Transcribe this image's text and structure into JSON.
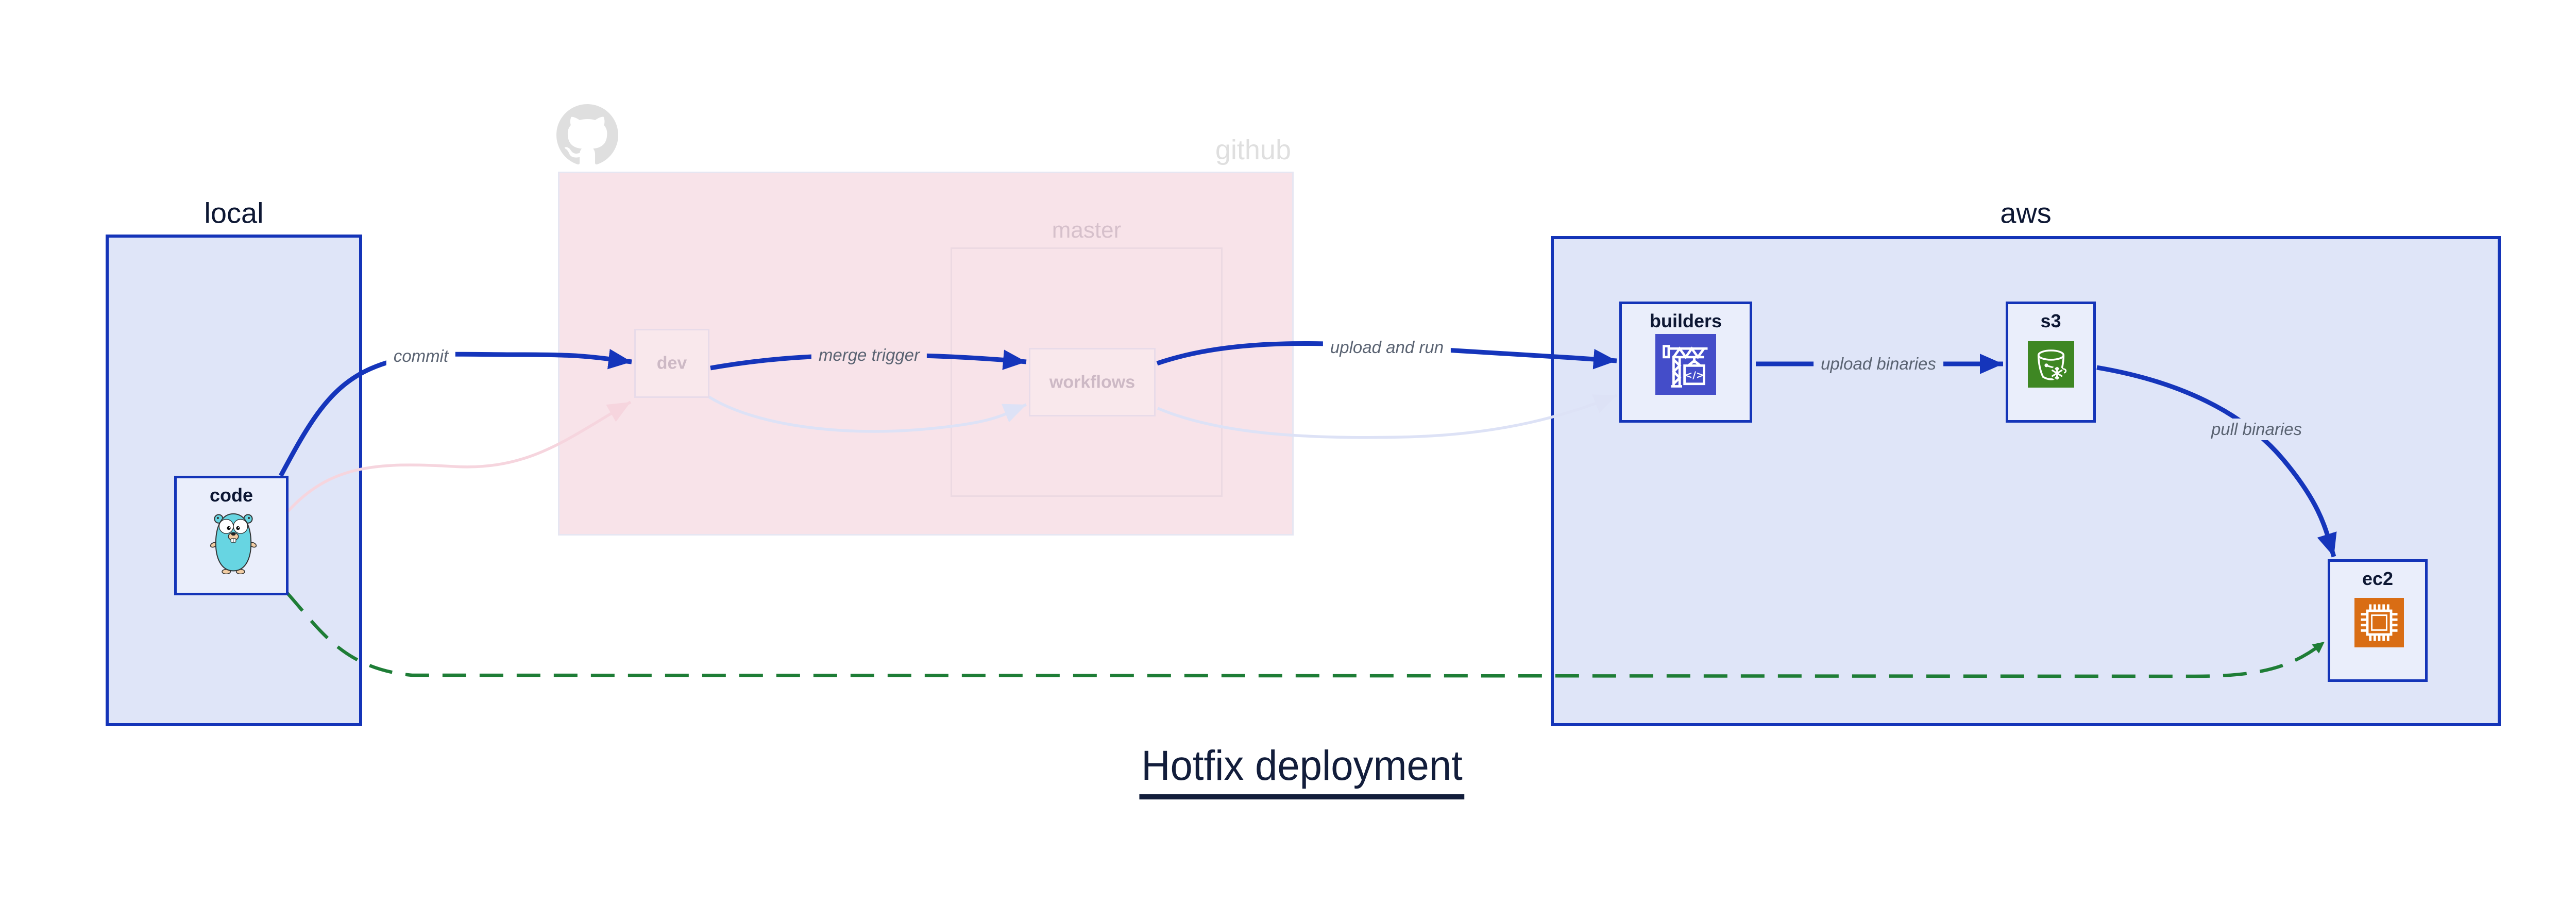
{
  "title": "Hotfix deployment",
  "groups": {
    "local": {
      "label": "local"
    },
    "github": {
      "label": "github",
      "master_label": "master"
    },
    "aws": {
      "label": "aws"
    }
  },
  "nodes": {
    "code": {
      "label": "code",
      "icon": "go-gopher-icon"
    },
    "dev": {
      "label": "dev"
    },
    "workflows": {
      "label": "workflows"
    },
    "builders": {
      "label": "builders",
      "icon": "codebuild-crane-icon"
    },
    "s3": {
      "label": "s3",
      "icon": "s3-bucket-icon"
    },
    "ec2": {
      "label": "ec2",
      "icon": "ec2-chip-icon"
    }
  },
  "edges": {
    "commit": {
      "label": "commit"
    },
    "merge_trigger": {
      "label": "merge trigger"
    },
    "upload_and_run": {
      "label": "upload and run"
    },
    "upload_binaries": {
      "label": "upload binaries"
    },
    "pull_binaries": {
      "label": "pull binaries"
    },
    "hotfix_path": {
      "label": ""
    }
  },
  "colors": {
    "blue_border": "#1434b8",
    "blue_arrow": "#1535bb",
    "group_fill": "#dfe5f8",
    "node_fill": "#eaeefb",
    "github_fill": "#f8e3e9",
    "github_border": "#e6e6f2",
    "github_gray": "#dfdfdf",
    "master_border": "#ecd9e2",
    "master_text": "#d6c0cb",
    "faded_node_border": "#e8dbe9",
    "faded_node_fill": "#f9e8ec",
    "faded_node_text": "#cdb9c5",
    "pink_edge": "#f6d5de",
    "lavender_edge": "#dde2f6",
    "green_edge": "#1e7d36",
    "edge_label": "#5a6372",
    "node_label": "#0d1733",
    "title_color": "#121d3b",
    "codebuild_bg": "#444dc9",
    "s3_bg": "#3e8723",
    "ec2_bg": "#d96d14",
    "gopher_body": "#67d5e2",
    "gopher_skin": "#f2cda4"
  }
}
